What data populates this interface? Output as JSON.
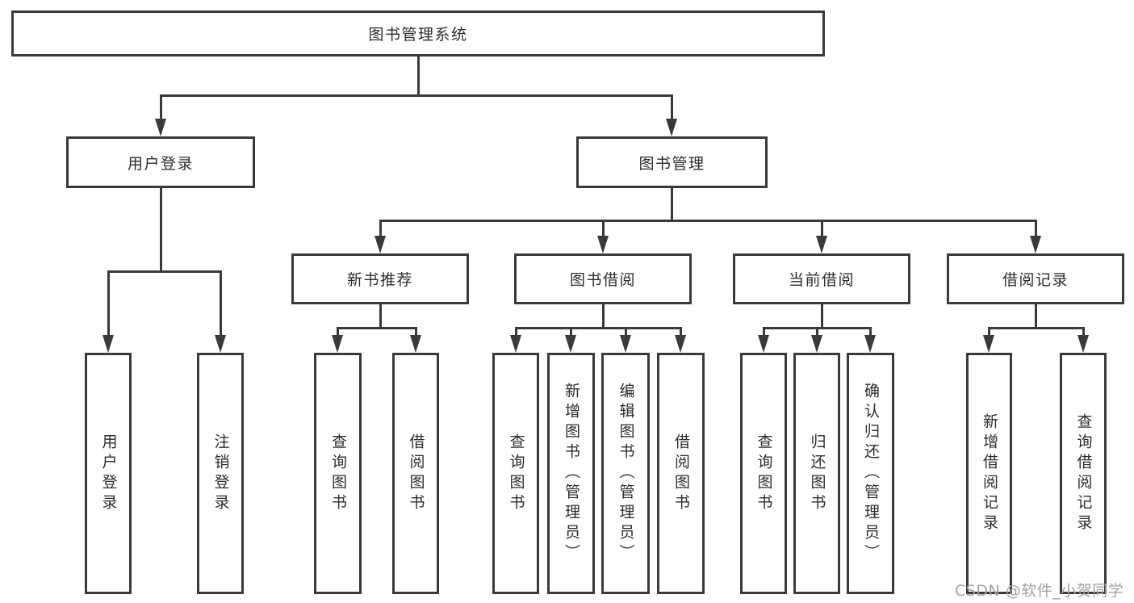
{
  "tree": {
    "root": "图书管理系统",
    "level2": [
      {
        "label": "用户登录"
      },
      {
        "label": "图书管理"
      }
    ],
    "level3": [
      {
        "label": "新书推荐"
      },
      {
        "label": "图书借阅"
      },
      {
        "label": "当前借阅"
      },
      {
        "label": "借阅记录"
      }
    ],
    "leaves": {
      "user_login": [
        {
          "label": "用户登录"
        },
        {
          "label": "注销登录"
        }
      ],
      "new_book": [
        {
          "label": "查询图书"
        },
        {
          "label": "借阅图书"
        }
      ],
      "book_borrow": [
        {
          "label": "查询图书"
        },
        {
          "label": "新增图书（管理员）"
        },
        {
          "label": "编辑图书（管理员）"
        },
        {
          "label": "借阅图书"
        }
      ],
      "current_borrow": [
        {
          "label": "查询图书"
        },
        {
          "label": "归还图书"
        },
        {
          "label": "确认归还（管理员）"
        }
      ],
      "borrow_record": [
        {
          "label": "新增借阅记录"
        },
        {
          "label": "查询借阅记录"
        }
      ]
    }
  },
  "watermark": "CSDN @软件_小贺同学",
  "colors": {
    "line": "#3a3a3a",
    "text": "#2d2d2d",
    "watermark": "#a3a3a3",
    "background": "#ffffff"
  }
}
